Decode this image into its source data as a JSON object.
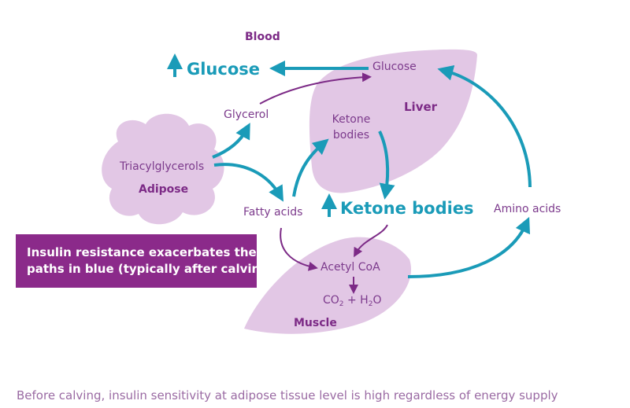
{
  "colors": {
    "purple_text": "#7c3a8c",
    "blue_arrow": "#1a9bb8",
    "organ_fill": "#e2c7e5",
    "banner_bg": "#8b2a8a"
  },
  "labels": {
    "blood": "Blood",
    "glucose_big": "Glucose",
    "glucose_liver": "Glucose",
    "liver": "Liver",
    "glycerol": "Glycerol",
    "ketone_line1": "Ketone",
    "ketone_line2": "bodies",
    "triacylglycerols": "Triacylglycerols",
    "adipose": "Adipose",
    "fatty_acids": "Fatty acids",
    "ketone_bodies_big": "Ketone bodies",
    "amino_acids": "Amino acids",
    "acetyl_coa": "Acetyl CoA",
    "co2_a": "CO",
    "co2_sub": "2",
    "plus_h": " + H",
    "h2o_sub": "2",
    "h2o_o": "O",
    "muscle": "Muscle"
  },
  "banner": {
    "line1": "Insulin resistance exacerbates the",
    "line2": "paths in blue (typically after calving)"
  },
  "caption": "Before calving, insulin sensitivity at adipose tissue level is high regardless of energy supply"
}
